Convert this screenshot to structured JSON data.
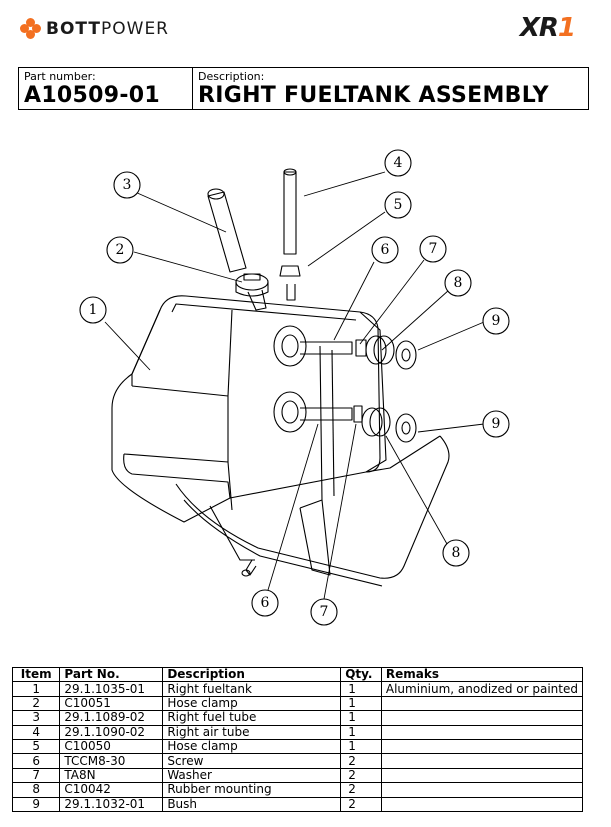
{
  "header": {
    "brand_bold": "BOTT",
    "brand_light": "POWER",
    "product_mark_a": "XR",
    "product_mark_b": "1",
    "colors": {
      "accent": "#f37021",
      "text": "#1a1a1a"
    }
  },
  "title_block": {
    "part_label": "Part number:",
    "part_number": "A10509-01",
    "desc_label": "Description:",
    "description": "RIGHT FUELTANK ASSEMBLY"
  },
  "callouts": [
    "1",
    "2",
    "3",
    "4",
    "5",
    "6",
    "7",
    "8",
    "9",
    "9",
    "8",
    "7",
    "6"
  ],
  "bom": {
    "headers": [
      "Item",
      "Part No.",
      "Description",
      "Qty.",
      "Remaks"
    ],
    "rows": [
      [
        "1",
        "29.1.1035-01",
        "Right fueltank",
        "1",
        "Aluminium, anodized or painted"
      ],
      [
        "2",
        "C10051",
        "Hose clamp",
        "1",
        ""
      ],
      [
        "3",
        "29.1.1089-02",
        "Right fuel tube",
        "1",
        ""
      ],
      [
        "4",
        "29.1.1090-02",
        "Right air tube",
        "1",
        ""
      ],
      [
        "5",
        "C10050",
        "Hose clamp",
        "1",
        ""
      ],
      [
        "6",
        "TCCM8-30",
        "Screw",
        "2",
        ""
      ],
      [
        "7",
        "TA8N",
        "Washer",
        "2",
        ""
      ],
      [
        "8",
        "C10042",
        "Rubber mounting",
        "2",
        ""
      ],
      [
        "9",
        "29.1.1032-01",
        "Bush",
        "2",
        ""
      ]
    ]
  }
}
